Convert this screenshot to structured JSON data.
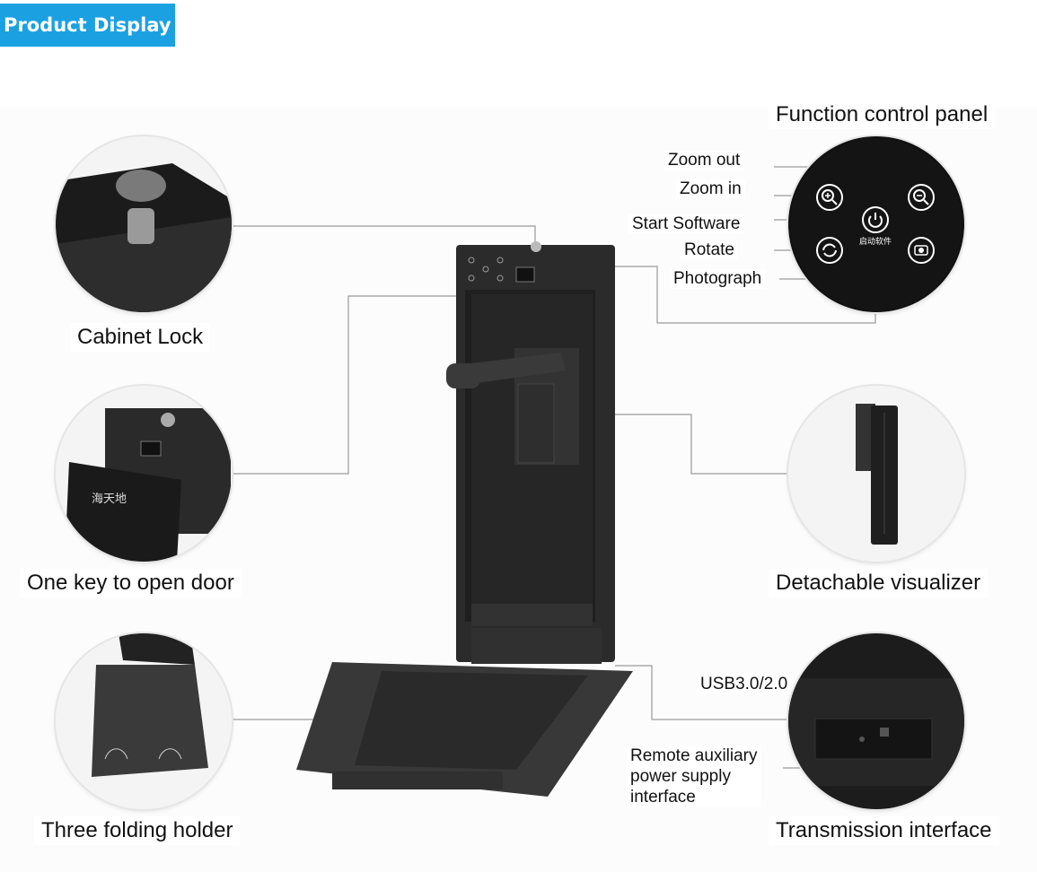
{
  "header": {
    "title": "Product Display"
  },
  "features": {
    "cabinet_lock": "Cabinet Lock",
    "one_key_open": "One key to open door",
    "three_folding": "Three folding holder",
    "function_panel": "Function control panel",
    "detachable": "Detachable visualizer",
    "transmission": "Transmission interface"
  },
  "panel": {
    "zoom_out": "Zoom out",
    "zoom_in": "Zoom in",
    "start_software": "Start Software",
    "rotate": "Rotate",
    "photograph": "Photograph",
    "chinese_caption": "启动软件"
  },
  "interfaces": {
    "usb": "USB3.0/2.0",
    "remote_line1": "Remote auxiliary",
    "remote_line2": "power supply",
    "remote_line3": "interface"
  },
  "brand": {
    "logo_text": "海天地"
  },
  "icons": [
    "zoom-in-icon",
    "zoom-out-icon",
    "power-icon",
    "rotate-icon",
    "camera-icon"
  ],
  "colors": {
    "header_bg": "#1ba1e2",
    "device_body": "#2b2b2b",
    "line": "#9a9a9a"
  }
}
